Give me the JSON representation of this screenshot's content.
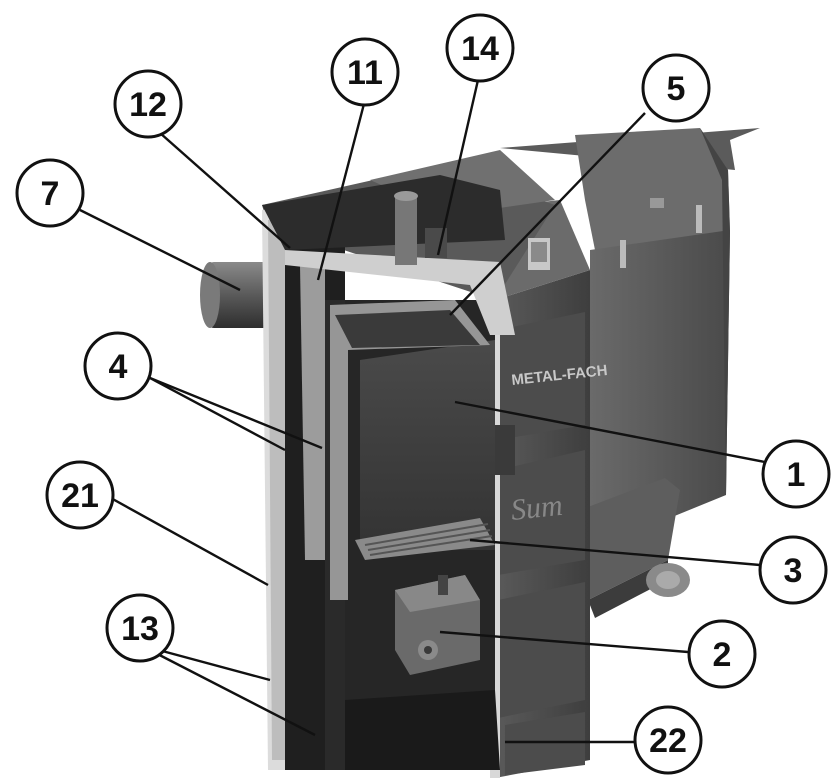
{
  "diagram": {
    "brand_plate": "METAL-FACH",
    "door_logo": "Sum",
    "colors": {
      "background": "#ffffff",
      "body_dark": "#3a3a3a",
      "body_mid": "#555555",
      "body_light": "#6e6e6e",
      "cutaway_dark": "#1e1e1e",
      "insulation": "#d9d9d9",
      "baffle": "#9a9a9a",
      "callout_stroke": "#111111"
    },
    "callouts": [
      {
        "id": "1",
        "label": "1"
      },
      {
        "id": "2",
        "label": "2"
      },
      {
        "id": "3",
        "label": "3"
      },
      {
        "id": "4",
        "label": "4"
      },
      {
        "id": "5",
        "label": "5"
      },
      {
        "id": "7",
        "label": "7"
      },
      {
        "id": "11",
        "label": "11"
      },
      {
        "id": "12",
        "label": "12"
      },
      {
        "id": "13",
        "label": "13"
      },
      {
        "id": "14",
        "label": "14"
      },
      {
        "id": "21",
        "label": "21"
      },
      {
        "id": "22",
        "label": "22"
      }
    ]
  }
}
